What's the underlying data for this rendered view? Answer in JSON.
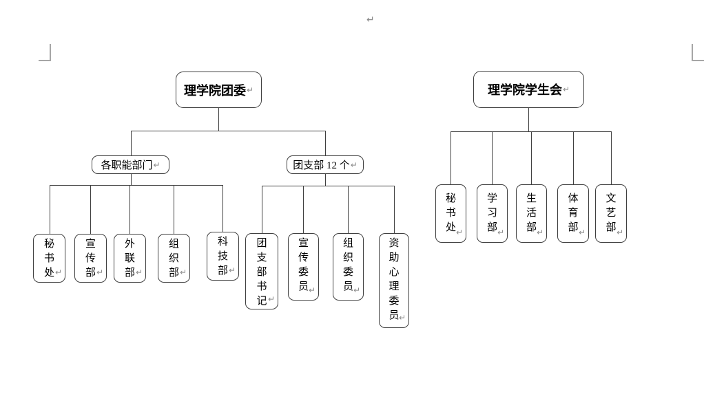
{
  "document": {
    "background": "#ffffff",
    "paragraph_mark": "↵"
  },
  "colors": {
    "box_border": "#3f3f3f",
    "connector_line": "#3f3f3f",
    "text": "#000000",
    "paragraph_mark": "#8a8a8a",
    "margin_mark": "#a6a6a6"
  },
  "charts": [
    {
      "root": "理学院团委",
      "branches": [
        {
          "label": "各职能部门",
          "children": [
            "秘书处",
            "宣传部",
            "外联部",
            "组织部",
            "科技部"
          ]
        },
        {
          "label": "团支部 12 个",
          "children": [
            "团支部书记",
            "宣传委员",
            "组织委员",
            "资助心理委员"
          ]
        }
      ]
    },
    {
      "root": "理学院学生会",
      "children": [
        "秘书处",
        "学习部",
        "生活部",
        "体育部",
        "文艺部"
      ]
    }
  ]
}
